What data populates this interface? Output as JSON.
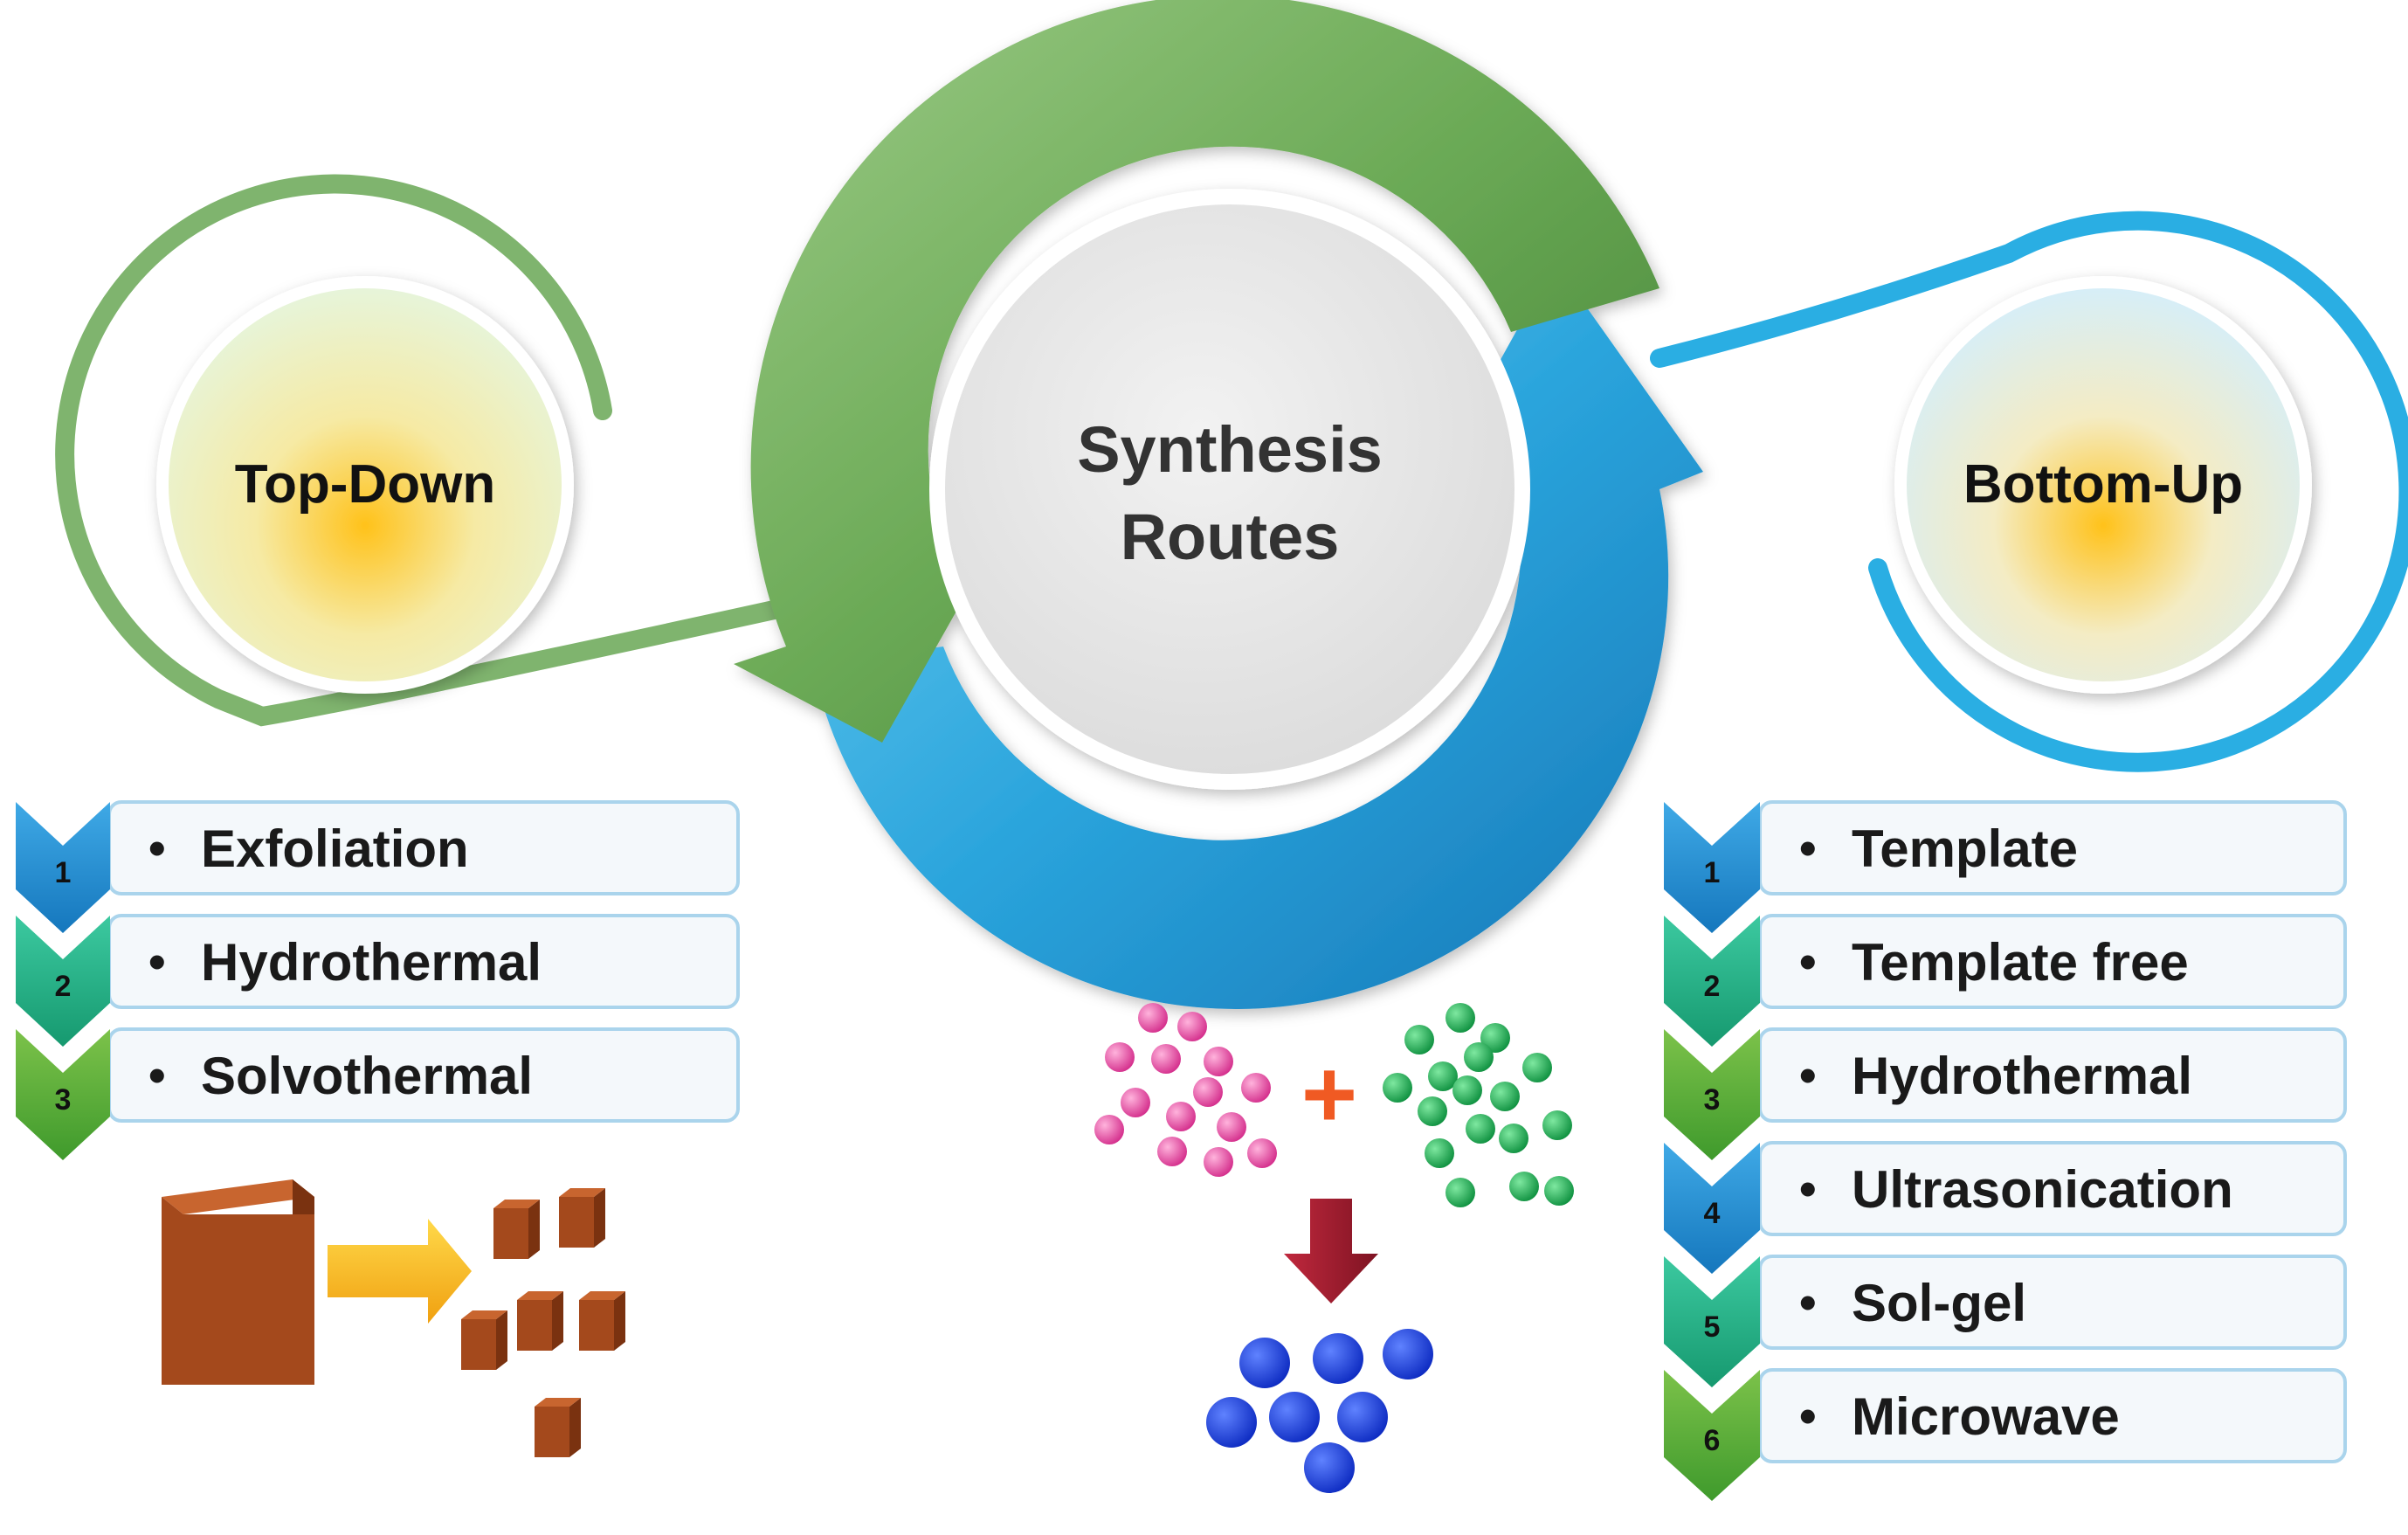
{
  "center": {
    "line1": "Synthesis",
    "line2": "Routes"
  },
  "top_down": {
    "label": "Top-Down",
    "items": [
      {
        "number": "1",
        "text": "Exfoliation"
      },
      {
        "number": "2",
        "text": "Hydrothermal"
      },
      {
        "number": "3",
        "text": "Solvothermal"
      }
    ]
  },
  "bottom_up": {
    "label": "Bottom-Up",
    "items": [
      {
        "number": "1",
        "text": "Template"
      },
      {
        "number": "2",
        "text": "Template free"
      },
      {
        "number": "3",
        "text": "Hydrothermal"
      },
      {
        "number": "4",
        "text": "Ultrasonication"
      },
      {
        "number": "5",
        "text": "Sol-gel"
      },
      {
        "number": "6",
        "text": "Microwave"
      }
    ]
  },
  "bullet": "•",
  "plus_sign": "+",
  "colors": {
    "green_dark": "#4f8f3f",
    "green_mid": "#6aa955",
    "green_light": "#8cc07a",
    "blue_dark": "#1a86c4",
    "blue_mid": "#2aa4dc",
    "blue_light": "#5fc3ec",
    "teal_chevron": "#2bb58c",
    "brown_cube": "#a4491c",
    "pink_particle": "#e0479e",
    "green_particle": "#16a44a",
    "blue_particle": "#1437d6",
    "dark_red_arrow": "#9e1b2e",
    "orange_plus": "#f05a23",
    "yellow_arrow": "#f5b11b"
  }
}
